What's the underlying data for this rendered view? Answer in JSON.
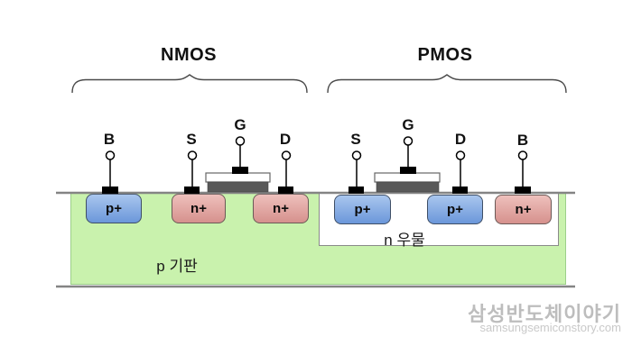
{
  "diagram": {
    "nmos": {
      "title": "NMOS",
      "terminals": [
        {
          "label": "B"
        },
        {
          "label": "S"
        },
        {
          "label": "G"
        },
        {
          "label": "D"
        }
      ],
      "regions": [
        {
          "label": "p+",
          "type": "p"
        },
        {
          "label": "n+",
          "type": "n"
        },
        {
          "label": "n+",
          "type": "n"
        }
      ]
    },
    "pmos": {
      "title": "PMOS",
      "terminals": [
        {
          "label": "S"
        },
        {
          "label": "G"
        },
        {
          "label": "D"
        },
        {
          "label": "B"
        }
      ],
      "regions": [
        {
          "label": "p+",
          "type": "p"
        },
        {
          "label": "p+",
          "type": "p"
        },
        {
          "label": "n+",
          "type": "n"
        }
      ]
    },
    "n_well_label": "n 우물",
    "p_substrate_label": "p 기판",
    "colors": {
      "p_region": "#6b97da",
      "n_region": "#d6918d",
      "substrate": "#c9f2ad",
      "well": "#ffffff",
      "gate_electrode": "#595959",
      "contact": "#000000",
      "rail": "#848484"
    }
  },
  "watermark": {
    "brand": "삼성반도체이야기",
    "url": "samsungsemiconstory.com"
  }
}
